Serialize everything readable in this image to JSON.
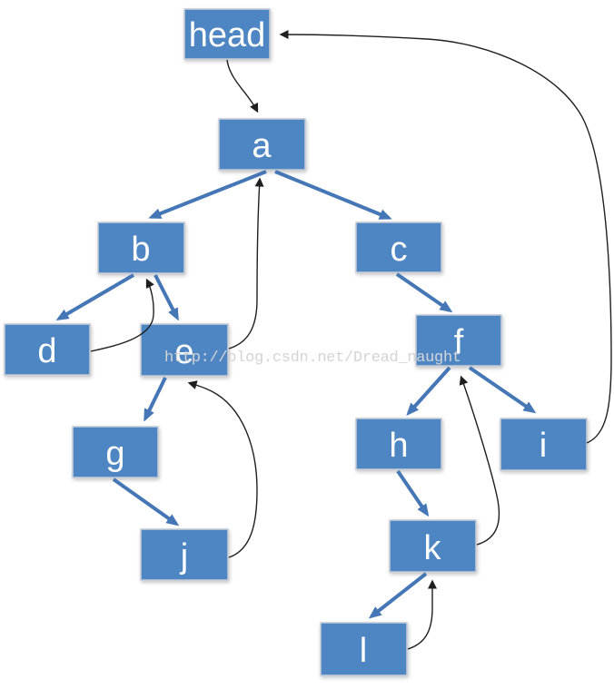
{
  "diagram": {
    "watermark": "http://blog.csdn.net/Dread_naught",
    "colors": {
      "node_fill": "#4e86c4",
      "node_border": "#c6cdd8",
      "node_text": "#ffffff",
      "tree_edge": "#4576b5",
      "pointer_edge": "#1f1f1f",
      "watermark": "#d4d4d4"
    },
    "nodes": [
      {
        "id": "head",
        "label": "head"
      },
      {
        "id": "a",
        "label": "a"
      },
      {
        "id": "b",
        "label": "b"
      },
      {
        "id": "c",
        "label": "c"
      },
      {
        "id": "d",
        "label": "d"
      },
      {
        "id": "e",
        "label": "e"
      },
      {
        "id": "f",
        "label": "f"
      },
      {
        "id": "g",
        "label": "g"
      },
      {
        "id": "h",
        "label": "h"
      },
      {
        "id": "i",
        "label": "i"
      },
      {
        "id": "j",
        "label": "j"
      },
      {
        "id": "k",
        "label": "k"
      },
      {
        "id": "l",
        "label": "l"
      }
    ],
    "tree_edges": [
      {
        "from": "a",
        "to": "b"
      },
      {
        "from": "a",
        "to": "c"
      },
      {
        "from": "b",
        "to": "d"
      },
      {
        "from": "b",
        "to": "e"
      },
      {
        "from": "c",
        "to": "f"
      },
      {
        "from": "e",
        "to": "g"
      },
      {
        "from": "f",
        "to": "h"
      },
      {
        "from": "f",
        "to": "i"
      },
      {
        "from": "g",
        "to": "j"
      },
      {
        "from": "h",
        "to": "k"
      },
      {
        "from": "k",
        "to": "l"
      }
    ],
    "pointer_edges": [
      {
        "from": "head",
        "to": "a"
      },
      {
        "from": "e",
        "to": "a"
      },
      {
        "from": "d",
        "to": "b"
      },
      {
        "from": "j",
        "to": "e"
      },
      {
        "from": "k",
        "to": "f"
      },
      {
        "from": "l",
        "to": "k"
      },
      {
        "from": "i",
        "to": "head"
      }
    ]
  }
}
